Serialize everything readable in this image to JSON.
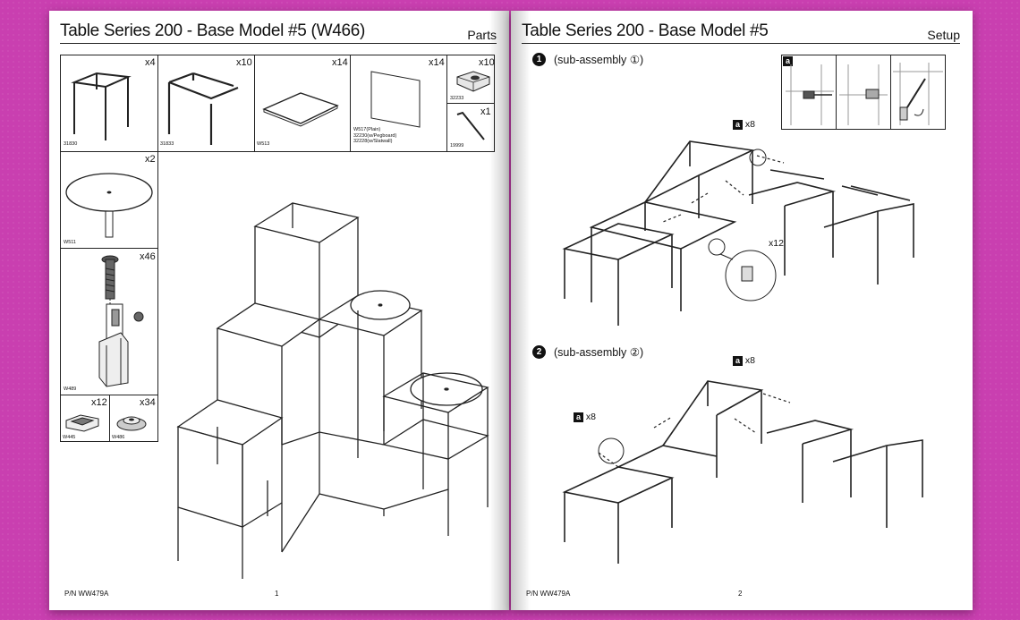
{
  "left_page": {
    "title": "Table Series 200 - Base Model #5 (W466)",
    "section": "Parts",
    "part_number": "P/N WW479A",
    "page_number": "1",
    "parts": [
      {
        "qty": "x4",
        "code": "31830",
        "icon": "cube-frame-icon"
      },
      {
        "qty": "x10",
        "code": "31833",
        "icon": "u-frame-icon"
      },
      {
        "qty": "x14",
        "code": "W513",
        "icon": "shelf-panel-icon"
      },
      {
        "qty": "x14",
        "code_lines": [
          "W517(Plain)",
          "32230(w/Pegboard)",
          "32228(w/Slatwall)"
        ],
        "icon": "side-panel-icon"
      },
      {
        "qty": "x10",
        "code": "32233",
        "icon": "corner-connector-icon"
      },
      {
        "qty": "x1",
        "code": "19999",
        "icon": "hex-key-icon"
      },
      {
        "qty": "x2",
        "code": "W511",
        "icon": "round-tabletop-icon"
      },
      {
        "qty": "x46",
        "code": "W489",
        "icon": "bolt-connector-icon"
      },
      {
        "qty": "x12",
        "code": "W445",
        "icon": "foot-cap-icon"
      },
      {
        "qty": "x34",
        "code": "W486",
        "icon": "leveler-icon"
      }
    ]
  },
  "right_page": {
    "title": "Table Series 200 - Base Model #5",
    "section": "Setup",
    "part_number": "P/N WW479A",
    "page_number": "2",
    "steps": [
      {
        "number": "1",
        "label": "(sub-assembly ①)",
        "badge": "a",
        "badge_qty": "x8",
        "callout_qty": "x12"
      },
      {
        "number": "2",
        "label": "(sub-assembly ②)",
        "badge": "a",
        "badge_qty_top": "x8",
        "badge_qty_left": "x8"
      }
    ],
    "inset_badge": "a"
  }
}
